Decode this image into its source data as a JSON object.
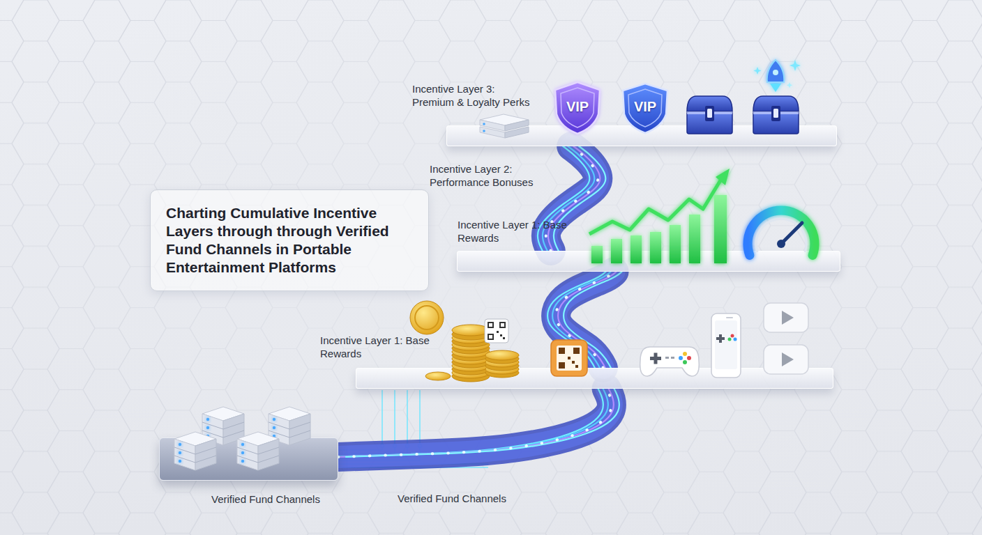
{
  "diagram": {
    "title": "Charting Cumulative Incentive Layers through through Verified Fund Channels in Portable Entertainment Platforms",
    "nodes": [
      {
        "text": [
          "Incentive Layer 3: Premium & Loyalty Perks"
        ]
      },
      {
        "text": [
          "Incentive Layer 2: Performance Bonuses",
          "Incentive Layer 1: Base Rewards"
        ]
      },
      {
        "text": [
          "Incentive Layer 1: Base Rewards"
        ]
      },
      {
        "text": [
          "Verified Fund Channels"
        ]
      }
    ],
    "edges": [
      {
        "from": 3,
        "to": 2,
        "arrow": "none"
      },
      {
        "from": 2,
        "to": 1,
        "arrow": "none"
      },
      {
        "from": 1,
        "to": 0,
        "arrow": "none"
      }
    ],
    "labels": [
      "VIP",
      "VIP",
      "Verified Fund Channels"
    ]
  }
}
